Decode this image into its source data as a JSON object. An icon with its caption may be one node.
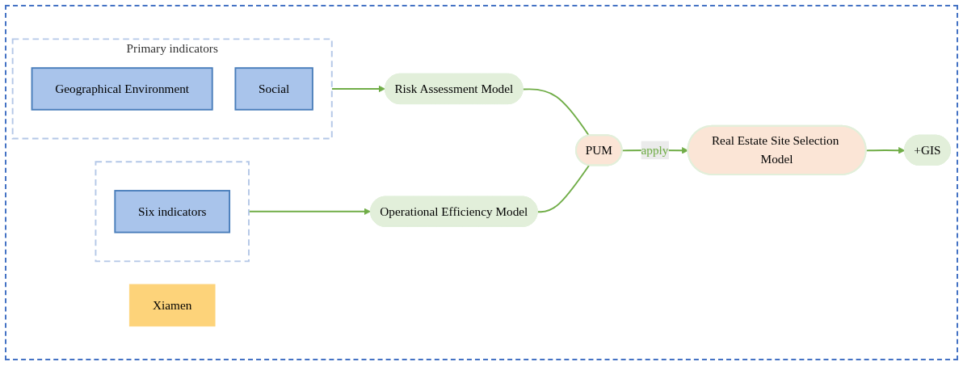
{
  "diagram": {
    "nodes": [
      {
        "text": [
          "Primary indicators"
        ]
      },
      {
        "text": [
          "Geographical Environment"
        ],
        "in": 0
      },
      {
        "text": [
          "Social"
        ],
        "in": 0
      },
      {
        "text": [],
        "shape": "box"
      },
      {
        "text": [
          "Six indicators"
        ],
        "in": 3
      },
      {
        "text": [
          "Risk Assessment Model"
        ]
      },
      {
        "text": [
          "Operational Efficiency Model"
        ]
      },
      {
        "text": [
          "PUM"
        ]
      },
      {
        "text": [
          "Real Estate Site Selection Model"
        ]
      },
      {
        "text": [
          "Xiamen"
        ]
      },
      {
        "text": [
          "+GIS"
        ]
      }
    ],
    "edges": [
      {
        "from": 0,
        "to": 5,
        "arrow": "to"
      },
      {
        "from": 3,
        "to": 6,
        "arrow": "to"
      },
      {
        "from": 5,
        "to": 7,
        "arrow": "none"
      },
      {
        "from": 6,
        "to": 7,
        "arrow": "none"
      },
      {
        "from": 7,
        "to": 8,
        "label": "apply",
        "arrow": "to"
      },
      {
        "from": 8,
        "to": 10,
        "arrow": "to"
      }
    ]
  }
}
